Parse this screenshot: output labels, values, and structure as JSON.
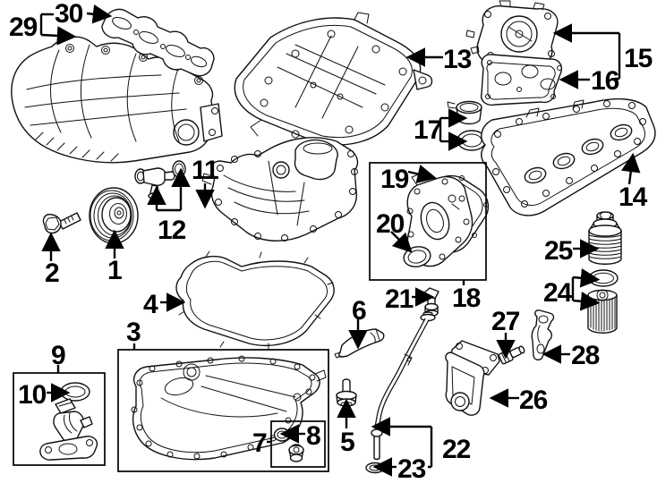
{
  "diagram": {
    "type": "exploded-parts-diagram",
    "subject": "engine-oil-system-and-intake-parts",
    "background_color": "#ffffff",
    "line_color": "#111111",
    "label_color": "#000000",
    "callouts": [
      "1",
      "2",
      "3",
      "4",
      "5",
      "6",
      "7",
      "8",
      "9",
      "10",
      "11",
      "12",
      "13",
      "14",
      "15",
      "16",
      "17",
      "18",
      "19",
      "20",
      "21",
      "22",
      "23",
      "24",
      "25",
      "26",
      "27",
      "28",
      "29",
      "30"
    ],
    "parts": {
      "1": "crankshaft-pulley",
      "2": "pulley-bolt",
      "3": "lower-oil-pan",
      "4": "oil-pan-gasket",
      "5": "sealing-plug",
      "6": "sealant-tube",
      "7": "drain-plug-kit",
      "8": "seal-washer",
      "9": "oil-level-sensor-kit",
      "10": "sensor-o-ring",
      "11": "upper-oil-pan",
      "12": "vent-valve-with-o-ring",
      "13": "baffle-plate",
      "14": "valve-cover",
      "15": "oil-separator",
      "16": "separator-gasket",
      "17": "oil-filler-cap-with-seal",
      "18": "timing-cover-assembly",
      "19": "timing-cover-gasket",
      "20": "crankshaft-seal",
      "21": "oil-pressure-sensor",
      "22": "dipstick-guide-tube",
      "23": "tube-o-ring",
      "24": "oil-filter-element-with-o-ring",
      "25": "oil-filter-cap",
      "26": "oil-cooler",
      "27": "cooler-plug",
      "28": "oil-cooler-gasket",
      "29": "intake-manifold",
      "30": "intake-manifold-gasket"
    }
  }
}
